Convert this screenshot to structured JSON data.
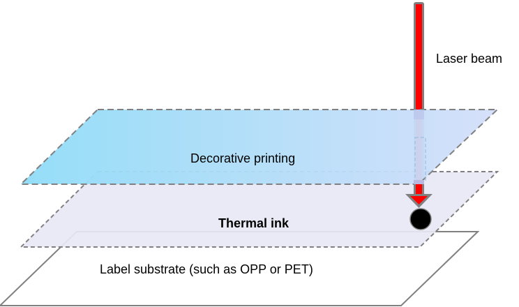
{
  "diagram": {
    "labels": {
      "laser_beam": "Laser beam",
      "decorative_printing": "Decorative printing",
      "thermal_ink": "Thermal ink",
      "label_substrate": "Label substrate (such as OPP or PET)"
    },
    "colors": {
      "decorative_layer_start": "#8fdcf7",
      "decorative_layer_end": "#d4defa",
      "thermal_layer": "#e8e8f6",
      "substrate_layer": "#ffffff",
      "outline": "#808080",
      "beam_core": "#ff0000",
      "beam_border": "#808080",
      "ink_dot": "#000000"
    }
  }
}
